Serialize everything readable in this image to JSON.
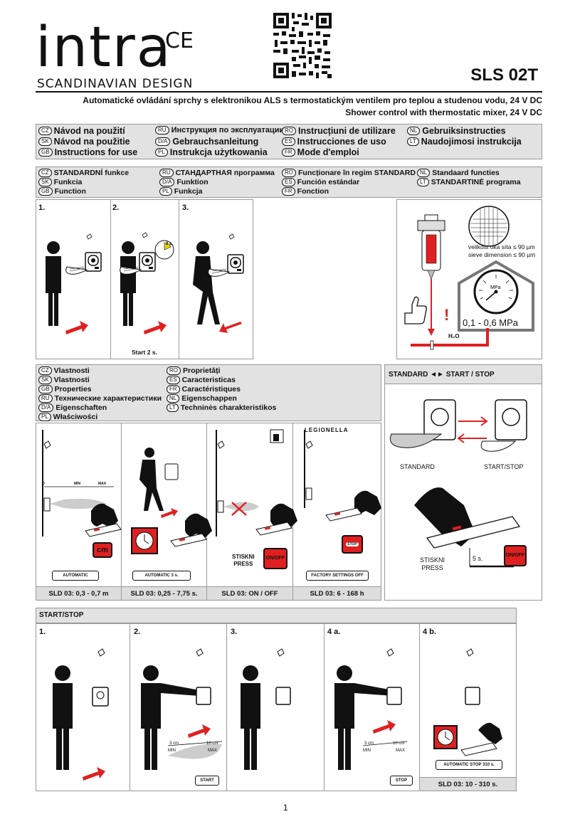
{
  "header": {
    "brand": "intra",
    "ce_mark": "CE",
    "tagline": "SCANDINAVIAN DESIGN",
    "model": "SLS 02T",
    "subtitle_cz": "Automatické ovládání sprchy s elektronikou ALS s termostatickým ventilem pro teplou a studenou vodu, 24 V DC",
    "subtitle_en": "Shower control with thermostatic mixer, 24 V DC"
  },
  "manual_langs": [
    {
      "code": "CZ",
      "label": "Návod na použití"
    },
    {
      "code": "RU",
      "label": "Инструкция по эксплуатации"
    },
    {
      "code": "RO",
      "label": "Instrucțiuni de utilizare"
    },
    {
      "code": "NL",
      "label": "Gebruiksinstructies"
    },
    {
      "code": "SK",
      "label": "Návod na použitie"
    },
    {
      "code": "D/A",
      "label": "Gebrauchsanleitung"
    },
    {
      "code": "ES",
      "label": "Instrucciones de uso"
    },
    {
      "code": "LT",
      "label": "Naudojimosi instrukcija"
    },
    {
      "code": "GB",
      "label": "Instructions for use"
    },
    {
      "code": "PL",
      "label": "Instrukcja użytkowania"
    },
    {
      "code": "FR",
      "label": "Mode d'emploi"
    }
  ],
  "function_langs": [
    {
      "code": "CZ",
      "label": "STANDARDNÍ funkce"
    },
    {
      "code": "RU",
      "label": "СТАНДАРТНАЯ программа"
    },
    {
      "code": "RO",
      "label": "Funcționare în regim STANDARD"
    },
    {
      "code": "NL",
      "label": "Standaard functies"
    },
    {
      "code": "SK",
      "label": "Funkcia"
    },
    {
      "code": "D/A",
      "label": "Funktion"
    },
    {
      "code": "ES",
      "label": "Función estándar"
    },
    {
      "code": "LT",
      "label": "STANDARTINĖ programa"
    },
    {
      "code": "GB",
      "label": "Function"
    },
    {
      "code": "PL",
      "label": "Funkcja"
    },
    {
      "code": "FR",
      "label": "Fonction"
    }
  ],
  "standard_steps": {
    "s1": "1.",
    "s2": "2.",
    "s3": "3.",
    "start2s": "Start 2 s.",
    "timer_label": "2 s."
  },
  "filter": {
    "mesh_cz": "velikost oka síta ≤ 90 µm",
    "mesh_en": "sieve dimension ≤ 90 µm",
    "pressure": "0,1 - 0,6 MPa",
    "gauge_unit": "MPa",
    "water": "H₂O",
    "exclaim": "!"
  },
  "props_langs": [
    {
      "code": "CZ",
      "label": "Vlastnosti"
    },
    {
      "code": "RO",
      "label": "Proprietăți"
    },
    {
      "code": "SK",
      "label": "Vlastnosti"
    },
    {
      "code": "ES",
      "label": "Caracteristicas"
    },
    {
      "code": "GB",
      "label": "Properties"
    },
    {
      "code": "FR",
      "label": "Caractéristiques"
    },
    {
      "code": "RU",
      "label": "Технические характеристики"
    },
    {
      "code": "NL",
      "label": "Eigenschappen"
    },
    {
      "code": "D/A",
      "label": "Eigenschaften"
    },
    {
      "code": "LT",
      "label": "Techninės charakteristikos"
    },
    {
      "code": "PL",
      "label": "Właściwości"
    }
  ],
  "props": {
    "min": "MIN",
    "max": "MAX",
    "zero": "0",
    "cm": "cm",
    "automatic": "AUTOMATIC",
    "automatic3": "AUTOMATIC 3 s.",
    "stiskni": "STISKNI",
    "press": "PRESS",
    "onoff": "ON/OFF",
    "legionella": "LEGIONELLA",
    "stop": "STOP",
    "factory": "FACTORY SETTINGS OFF",
    "sld1": "SLD 03: 0,3 - 0,7 m",
    "sld2": "SLD 03: 0,25 - 7,75 s.",
    "sld3": "SLD 03: ON / OFF",
    "sld4": "SLD 03: 6 - 168 h"
  },
  "standard_startstop": {
    "title": "STANDARD ◄► START / STOP",
    "standard": "STANDARD",
    "startstop": "START/STOP",
    "stiskni": "STISKNI",
    "press": "PRESS",
    "time": "5 s.",
    "onoff": "ON/OFF"
  },
  "startstop": {
    "title": "START/STOP",
    "s1": "1.",
    "s2": "2.",
    "s3": "3.",
    "s4a": "4 a.",
    "s4b": "4 b.",
    "cm3": "3 cm",
    "cm10": "10 cm",
    "min": "MIN",
    "max": "MAX",
    "start": "START",
    "stop": "STOP",
    "autostop": "AUTOMATIC STOP 310 s.",
    "sld": "SLD 03: 10 - 310 s."
  },
  "page_number": "1",
  "colors": {
    "accent": "#e02020",
    "band": "#e2e2e2"
  }
}
